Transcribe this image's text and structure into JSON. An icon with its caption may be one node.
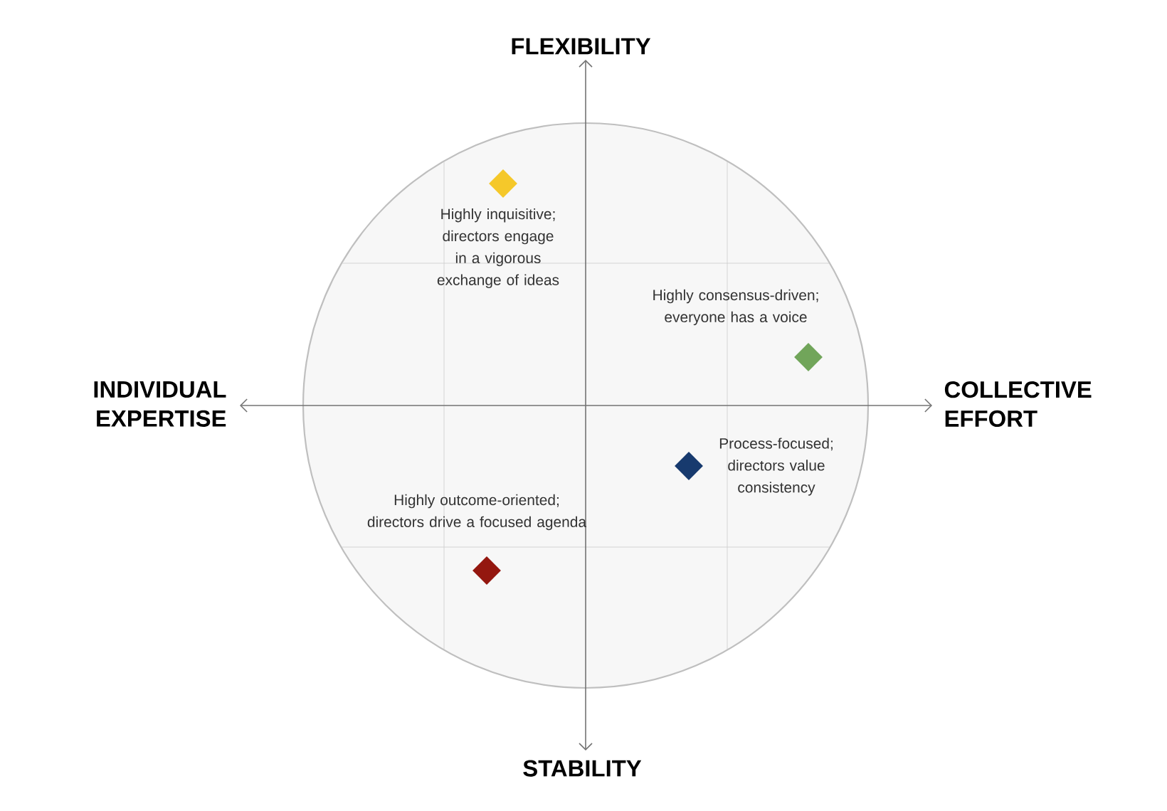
{
  "diagram": {
    "nodes": [
      {
        "text": [],
        "shape": "diamond",
        "beside": [
          "Highly inquisitive; directors engage in a vigorous exchange of ideas"
        ]
      },
      {
        "text": [],
        "shape": "diamond",
        "beside": [
          "Highly consensus-driven; everyone has a voice"
        ]
      },
      {
        "text": [],
        "shape": "diamond",
        "beside": [
          "Process-focused; directors value consistency"
        ]
      },
      {
        "text": [],
        "shape": "diamond",
        "beside": [
          "Highly outcome-oriented; directors drive a focused agenda"
        ]
      }
    ],
    "edges": [],
    "labels": [
      "FLEXIBILITY",
      "INDIVIDUAL EXPERTISE",
      "COLLECTIVE EFFORT",
      "STABILITY"
    ]
  }
}
